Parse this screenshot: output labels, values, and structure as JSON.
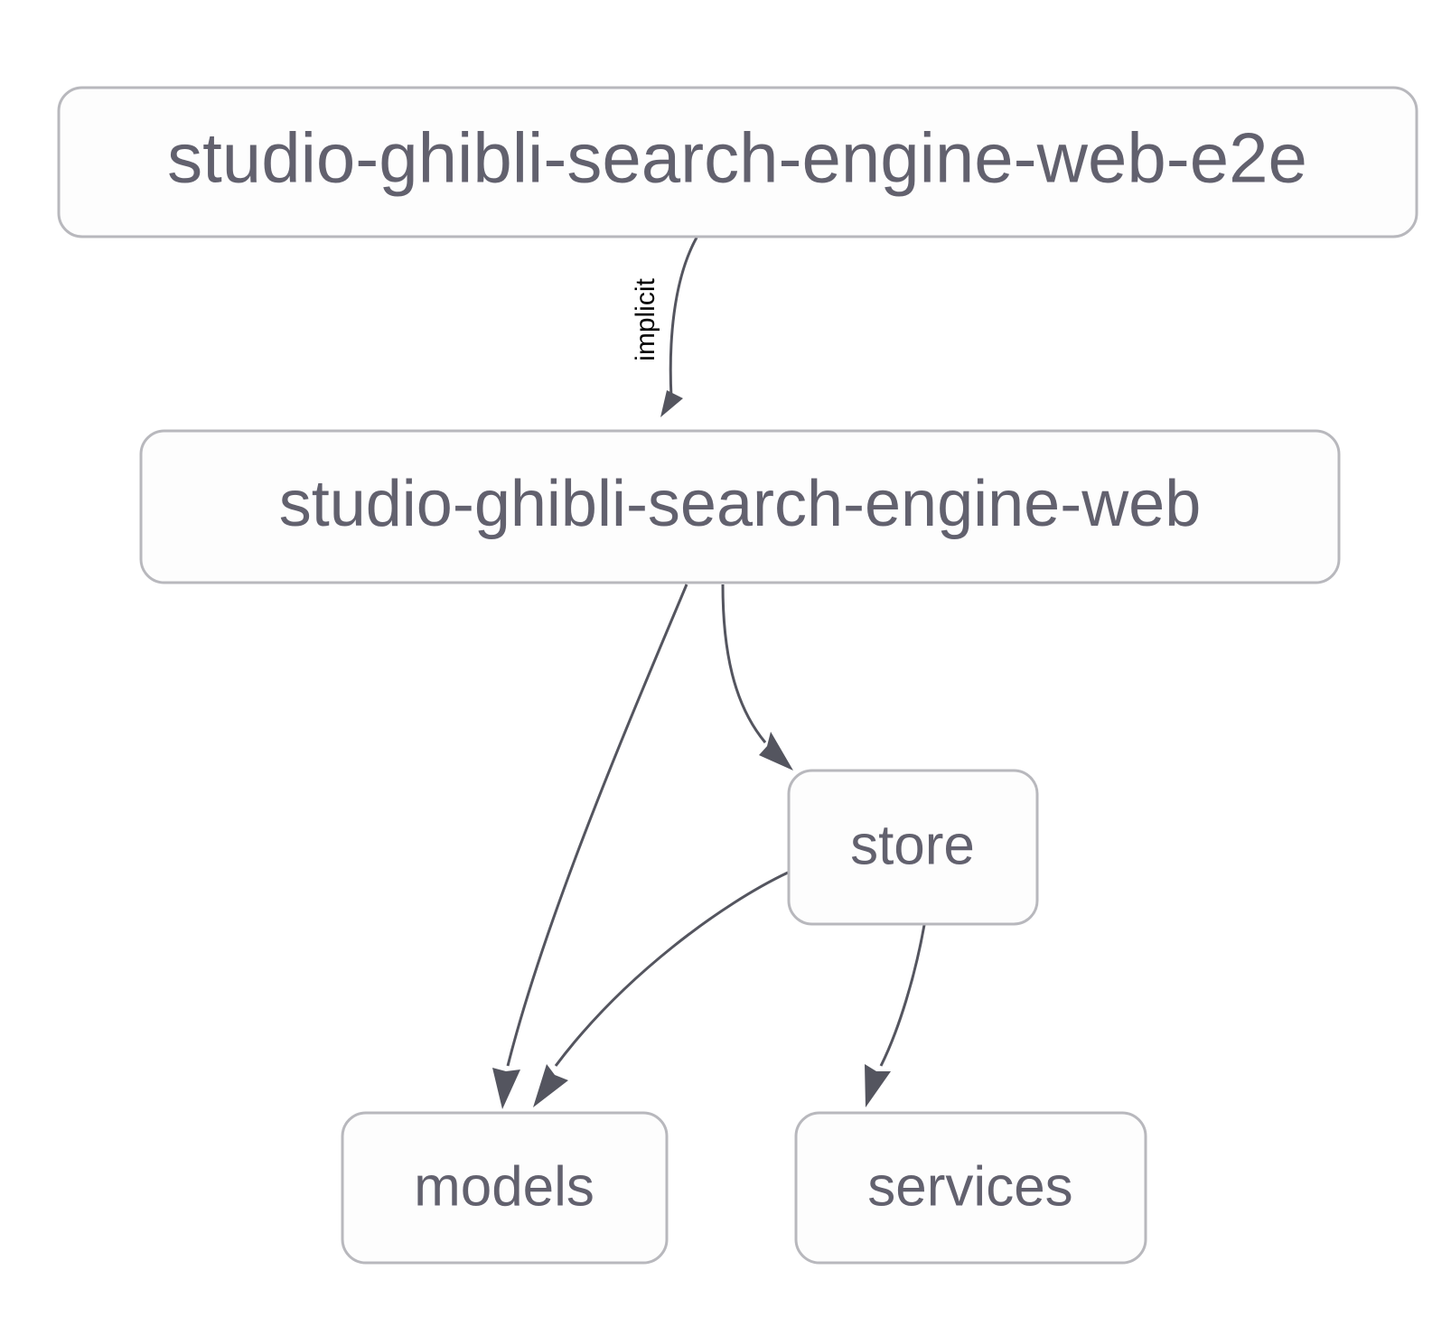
{
  "diagram": {
    "type": "dependency-graph",
    "background_color": "#ffffff",
    "node_fill": "#fdfdfd",
    "node_border_color": "#b8b8bd",
    "node_text_color": "#62616e",
    "edge_color": "#54555f",
    "edge_label_color": "#000000",
    "nodes": [
      {
        "id": "e2e",
        "label": "studio-ghibli-search-engine-web-e2e"
      },
      {
        "id": "web",
        "label": "studio-ghibli-search-engine-web"
      },
      {
        "id": "store",
        "label": "store"
      },
      {
        "id": "models",
        "label": "models"
      },
      {
        "id": "services",
        "label": "services"
      }
    ],
    "edges": [
      {
        "from": "e2e",
        "to": "web",
        "label": "implicit"
      },
      {
        "from": "web",
        "to": "models",
        "label": ""
      },
      {
        "from": "web",
        "to": "store",
        "label": ""
      },
      {
        "from": "store",
        "to": "models",
        "label": ""
      },
      {
        "from": "store",
        "to": "services",
        "label": ""
      }
    ]
  }
}
